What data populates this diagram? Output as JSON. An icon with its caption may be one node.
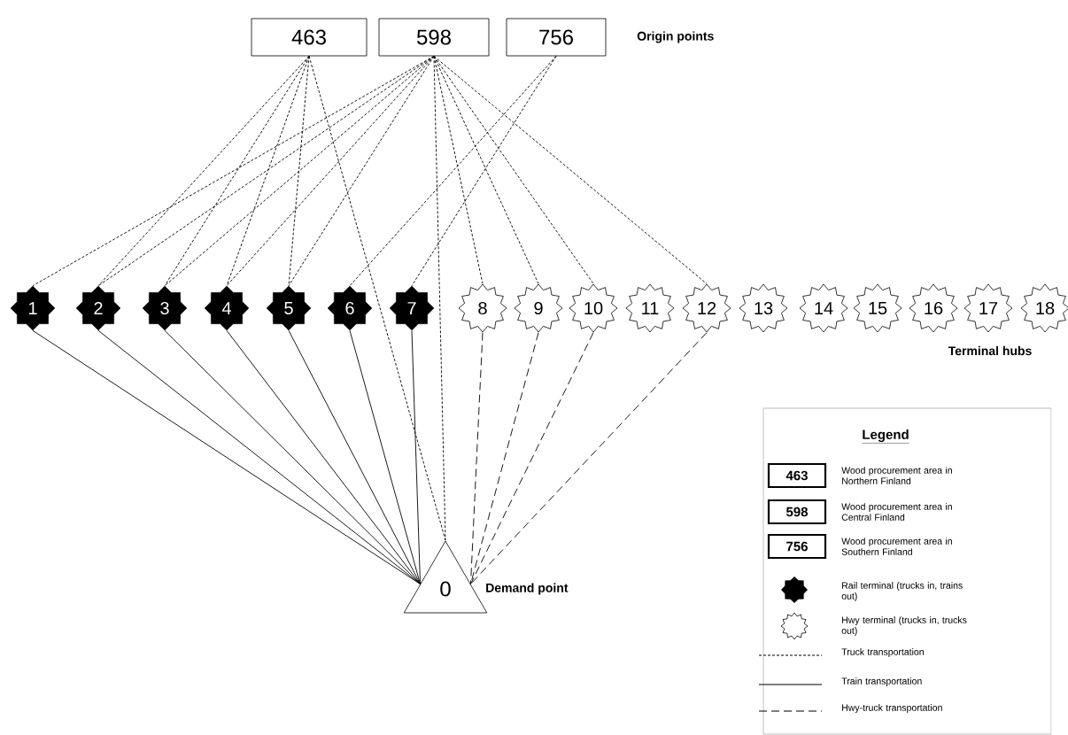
{
  "diagram": {
    "nodes": [
      {
        "text": [
          "463"
        ]
      },
      {
        "text": [
          "598"
        ]
      },
      {
        "text": [
          "756"
        ]
      },
      {
        "text": [
          "1"
        ]
      },
      {
        "text": [
          "2"
        ]
      },
      {
        "text": [
          "3"
        ]
      },
      {
        "text": [
          "4"
        ]
      },
      {
        "text": [
          "5"
        ]
      },
      {
        "text": [
          "6"
        ]
      },
      {
        "text": [
          "7"
        ]
      },
      {
        "text": [
          "8"
        ]
      },
      {
        "text": [
          "9"
        ]
      },
      {
        "text": [
          "10"
        ]
      },
      {
        "text": [
          "11"
        ]
      },
      {
        "text": [
          "12"
        ]
      },
      {
        "text": [
          "13"
        ]
      },
      {
        "text": [
          "14"
        ]
      },
      {
        "text": [
          "15"
        ]
      },
      {
        "text": [
          "16"
        ]
      },
      {
        "text": [
          "17"
        ]
      },
      {
        "text": [
          "18"
        ]
      },
      {
        "text": [
          "0"
        ],
        "beside": [
          "Demand point"
        ]
      },
      {
        "text": [
          "463"
        ]
      },
      {
        "text": [
          "598"
        ]
      },
      {
        "text": [
          "756"
        ]
      }
    ],
    "edges": [
      {
        "from": 0,
        "to": 4,
        "arrow": "none",
        "style": "dashed"
      },
      {
        "from": 0,
        "to": 5,
        "arrow": "none",
        "style": "dashed"
      },
      {
        "from": 0,
        "to": 6,
        "arrow": "none",
        "style": "dashed"
      },
      {
        "from": 0,
        "to": 7,
        "arrow": "none",
        "style": "dashed"
      },
      {
        "from": 0,
        "to": 21,
        "arrow": "none",
        "style": "dashed"
      },
      {
        "from": 1,
        "to": 3,
        "arrow": "none",
        "style": "dashed"
      },
      {
        "from": 1,
        "to": 4,
        "arrow": "none",
        "style": "dashed"
      },
      {
        "from": 1,
        "to": 5,
        "arrow": "none",
        "style": "dashed"
      },
      {
        "from": 1,
        "to": 6,
        "arrow": "none",
        "style": "dashed"
      },
      {
        "from": 1,
        "to": 7,
        "arrow": "none",
        "style": "dashed"
      },
      {
        "from": 1,
        "to": 21,
        "arrow": "none",
        "style": "dashed"
      },
      {
        "from": 1,
        "to": 10,
        "arrow": "none",
        "style": "dashed"
      },
      {
        "from": 1,
        "to": 11,
        "arrow": "none",
        "style": "dashed"
      },
      {
        "from": 1,
        "to": 12,
        "arrow": "none",
        "style": "dashed"
      },
      {
        "from": 1,
        "to": 14,
        "arrow": "none",
        "style": "dashed"
      },
      {
        "from": 2,
        "to": 8,
        "arrow": "none",
        "style": "dashed"
      },
      {
        "from": 2,
        "to": 9,
        "arrow": "none",
        "style": "dashed"
      },
      {
        "from": 3,
        "to": 21,
        "arrow": "none"
      },
      {
        "from": 4,
        "to": 21,
        "arrow": "none"
      },
      {
        "from": 5,
        "to": 21,
        "arrow": "none"
      },
      {
        "from": 6,
        "to": 21,
        "arrow": "none"
      },
      {
        "from": 7,
        "to": 21,
        "arrow": "none"
      },
      {
        "from": 8,
        "to": 21,
        "arrow": "none"
      },
      {
        "from": 9,
        "to": 21,
        "arrow": "none"
      },
      {
        "from": 10,
        "to": 21,
        "arrow": "none",
        "style": "dashed"
      },
      {
        "from": 11,
        "to": 21,
        "arrow": "none",
        "style": "dashed"
      },
      {
        "from": 12,
        "to": 21,
        "arrow": "none",
        "style": "dashed"
      },
      {
        "from": 14,
        "to": 21,
        "arrow": "none",
        "style": "dashed"
      }
    ],
    "labels": [
      "Origin points",
      "Terminal hubs",
      "Legend"
    ],
    "legend": [
      {
        "text": "Wood procurement area in Northern Finland"
      },
      {
        "text": "Wood procurement area in Central Finland"
      },
      {
        "text": "Wood procurement area in Southern Finland"
      },
      {
        "text": "Rail terminal (trucks in, trains out)"
      },
      {
        "text": "Hwy terminal (trucks in, trucks out)"
      },
      {
        "text": "Truck transportation"
      },
      {
        "text": "Train transportation"
      },
      {
        "text": "Hwy-truck transportation"
      }
    ]
  }
}
